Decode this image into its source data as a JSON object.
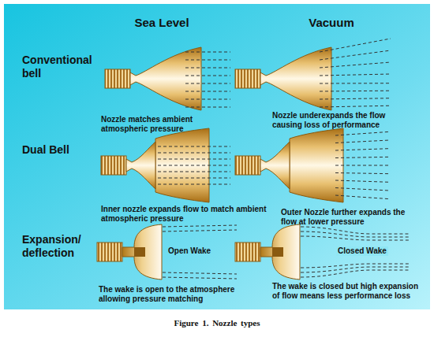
{
  "diagram": {
    "caption": "Figure 1. Nozzle types",
    "labels": [
      "Sea Level",
      "Vacuum",
      "Conventional bell",
      "Nozzle matches ambient atmospheric pressure",
      "Nozzle underexpands the flow causing loss of performance",
      "Dual Bell",
      "Inner nozzle expands flow to match ambient atmospheric pressure",
      "Outer Nozzle further expands the flow at lower pressure",
      "Expansion/ deflection",
      "Open Wake",
      "The wake is open to the atmosphere allowing pressure matching",
      "Closed Wake",
      "The wake is closed but high expansion of flow means less performance loss"
    ]
  }
}
